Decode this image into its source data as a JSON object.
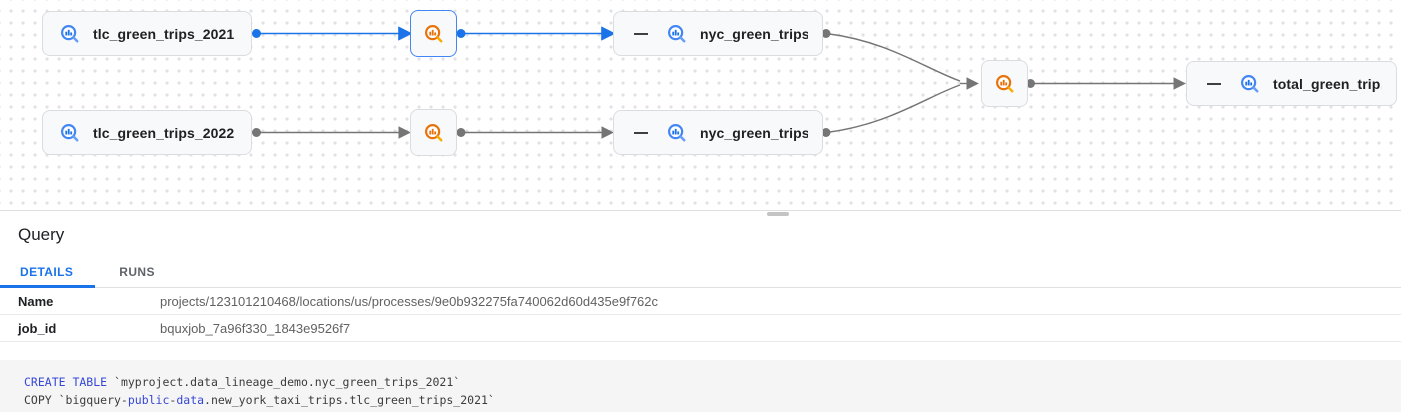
{
  "colors": {
    "accent_blue": "#1a73e8",
    "selected_border_blue": "#4285f4",
    "edge_gray": "#757575",
    "icon_orange": "#e8710a",
    "keyword_blue": "#3647d6"
  },
  "graph": {
    "nodes": {
      "tlc_2021": {
        "label": "tlc_green_trips_2021"
      },
      "tlc_2022": {
        "label": "tlc_green_trips_2022"
      },
      "nyc_2021": {
        "label": "nyc_green_trips…"
      },
      "nyc_2022": {
        "label": "nyc_green_trips…"
      },
      "total": {
        "label": "total_green_trip…"
      }
    },
    "process_icon": "bigquery-search-icon"
  },
  "panel": {
    "title": "Query",
    "tabs": [
      {
        "label": "DETAILS",
        "active": true
      },
      {
        "label": "RUNS",
        "active": false
      }
    ],
    "details": [
      {
        "label": "Name",
        "value": "projects/123101210468/locations/us/processes/9e0b932275fa740062d60d435e9f762c"
      },
      {
        "label": "job_id",
        "value": "bquxjob_7a96f330_1843e9526f7"
      }
    ],
    "code": {
      "line1_keyword": "CREATE TABLE",
      "line1_rest": " `myproject.data_lineage_demo.nyc_green_trips_2021`",
      "line2_pre": "COPY `bigquery-",
      "line2_keyword1": "public",
      "line2_dash": "-",
      "line2_keyword2": "data",
      "line2_rest": ".new_york_taxi_trips.tlc_green_trips_2021`"
    }
  }
}
